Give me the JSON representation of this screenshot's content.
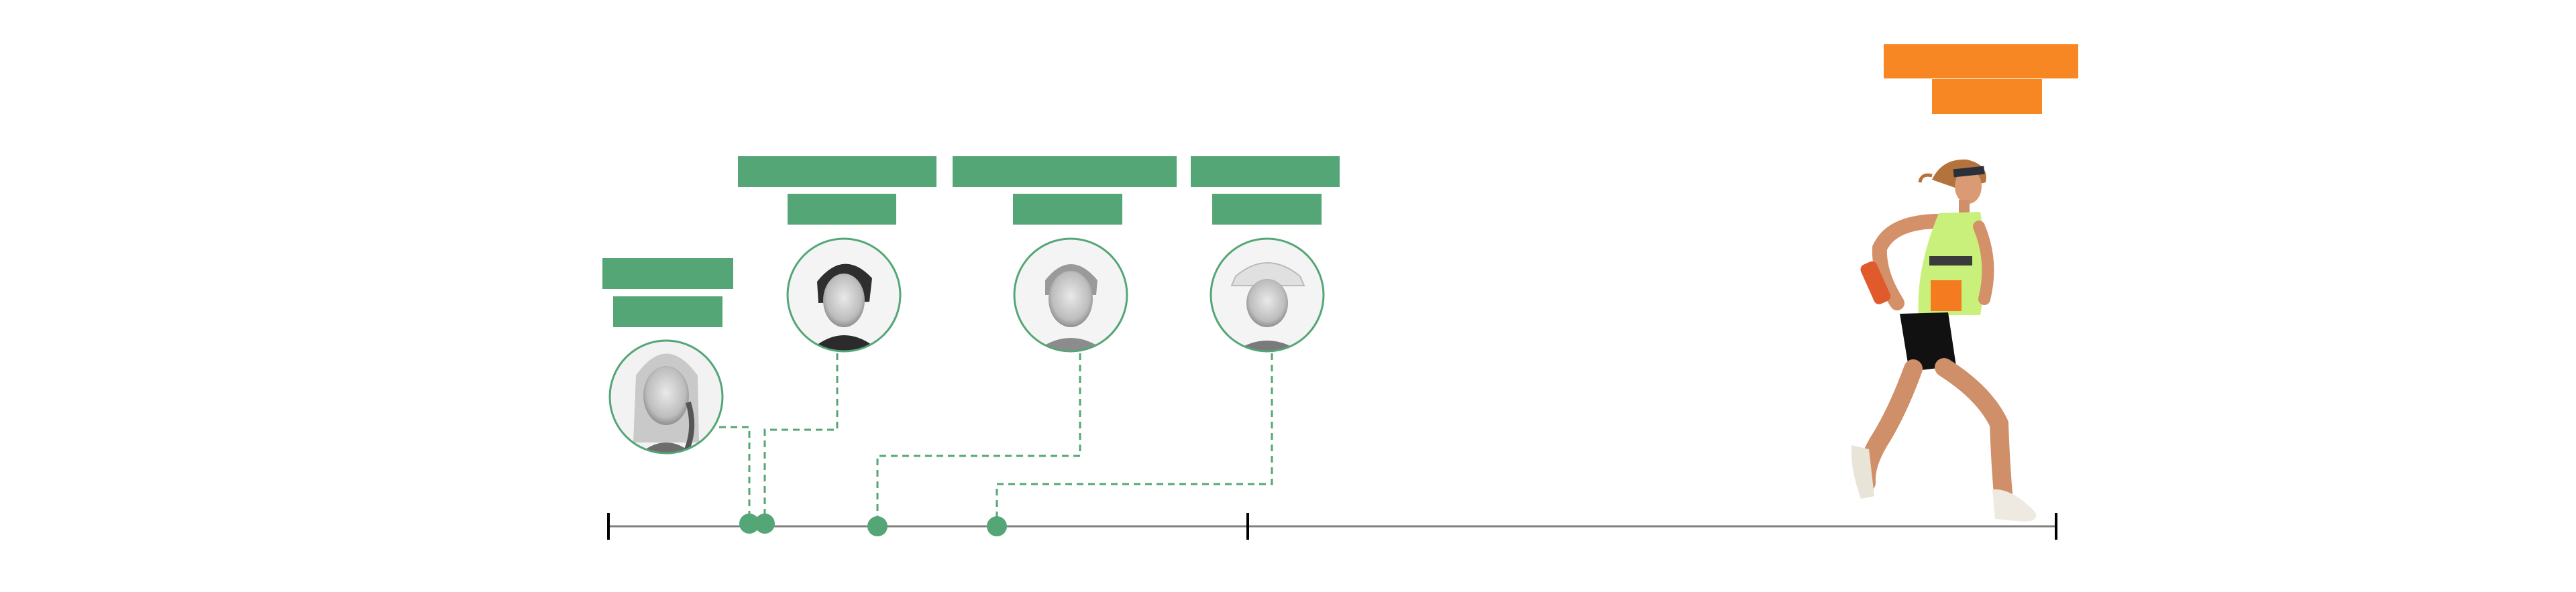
{
  "colors": {
    "green": "#54A676",
    "orange": "#F68722",
    "axis": "#808080",
    "tick": "#000000",
    "portrait_border": "#54A676"
  },
  "timeline": {
    "ticks": [
      0,
      1,
      2
    ],
    "events": [
      {
        "id": "runner-1",
        "position": 0.22,
        "label_bar_color": "green"
      },
      {
        "id": "runner-2",
        "position": 0.245,
        "label_bar_color": "green"
      },
      {
        "id": "runner-3",
        "position": 0.42,
        "label_bar_color": "green"
      },
      {
        "id": "runner-4",
        "position": 0.61,
        "label_bar_color": "green"
      }
    ],
    "highlight": {
      "id": "featured-runner",
      "label_bar_color": "orange"
    }
  },
  "icons": {
    "portrait": "person-portrait-icon",
    "runner": "runner-photo-icon"
  }
}
